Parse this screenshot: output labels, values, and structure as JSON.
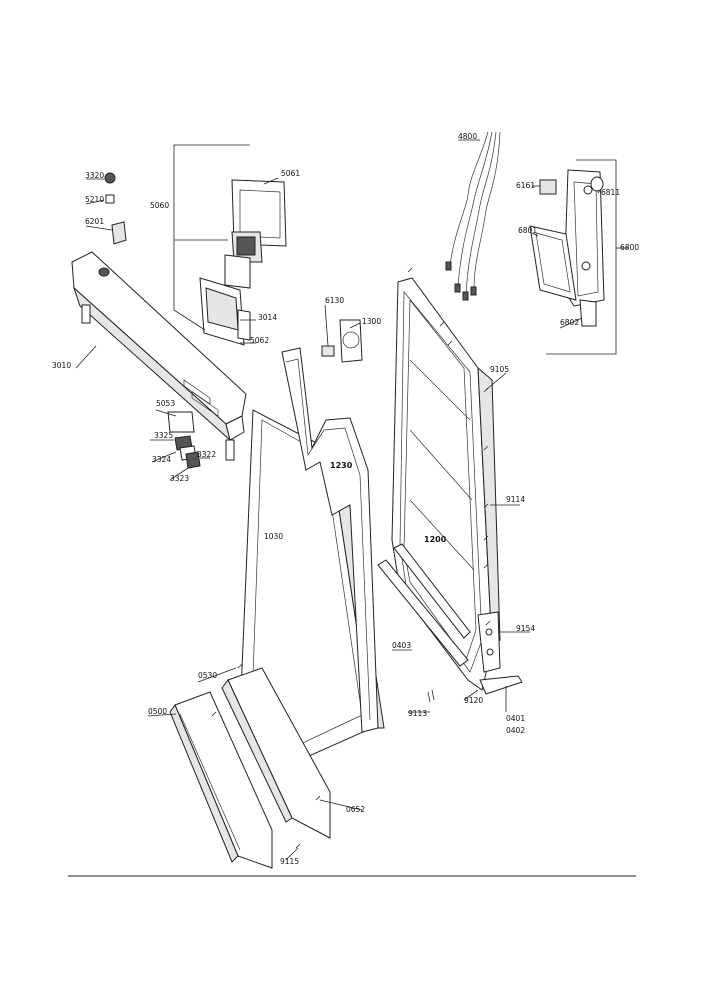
{
  "labels": {
    "l3320": "3320",
    "l5210": "5210",
    "l6201": "6201",
    "l5060": "5060",
    "l5061": "5061",
    "l3014": "3014",
    "l5062": "5062",
    "l3010": "3010",
    "l5053": "5053",
    "l3325": "3325",
    "l3324": "3324",
    "l3322": "3322",
    "l3323": "3323",
    "l1030": "1030",
    "l1230": "1230",
    "l6130": "6130",
    "l1300": "1300",
    "l4800": "4800",
    "l6161": "6161",
    "l6811": "6811",
    "l6801": "6801",
    "l6800": "6800",
    "l6802": "6802",
    "l9105": "9105",
    "l9114": "9114",
    "l1200": "1200",
    "l0403": "0403",
    "l9154": "9154",
    "l9113": "9113",
    "l9120": "9120",
    "l0401": "0401",
    "l0402": "0402",
    "l0530": "0530",
    "l0500": "0500",
    "l0652": "0652",
    "l9115": "9115"
  }
}
